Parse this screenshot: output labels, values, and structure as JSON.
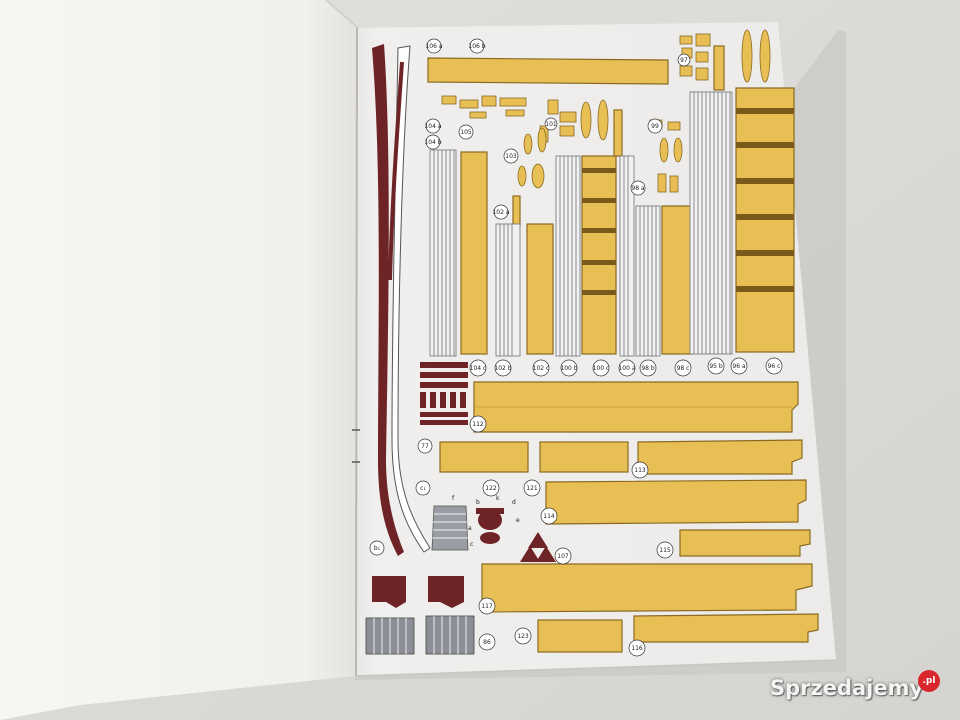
{
  "photo": {
    "subject": "open paper model booklet showing a sheet of printed cut-out parts",
    "colors": {
      "background": "#dcdad6",
      "left_page": "#f4f3ef",
      "sheet": "#eeeceb",
      "part_fill": "#e8bf55",
      "part_edge": "#8a6a22",
      "dark_parts": "#6e2426",
      "grey_parts": "#8c8f95"
    }
  },
  "parts": {
    "106": [
      "106 a",
      "106 b"
    ],
    "101": "101",
    "105": "105",
    "103": "103",
    "97": "97",
    "104": [
      "104 a",
      "104 b",
      "104 c"
    ],
    "102": [
      "102 a",
      "102 b",
      "102 c"
    ],
    "100": [
      "100 b",
      "100 c",
      "100 a"
    ],
    "99": "99",
    "98": [
      "98 a",
      "98 b",
      "98 c"
    ],
    "95": "95 b",
    "96": [
      "96 a",
      "96 c"
    ],
    "112": "112",
    "77": "77",
    "122": "122",
    "121": "121",
    "113": "113",
    "114": "114",
    "115": "115",
    "107": "107",
    "c1": "c₁",
    "b1": "b₁",
    "117": "117",
    "123": "123",
    "116": "116",
    "86": "86",
    "small": [
      "a",
      "b",
      "c",
      "d",
      "e",
      "f",
      "k"
    ]
  },
  "watermark": {
    "text": "Sprzedajemy",
    "badge": ".pl"
  }
}
